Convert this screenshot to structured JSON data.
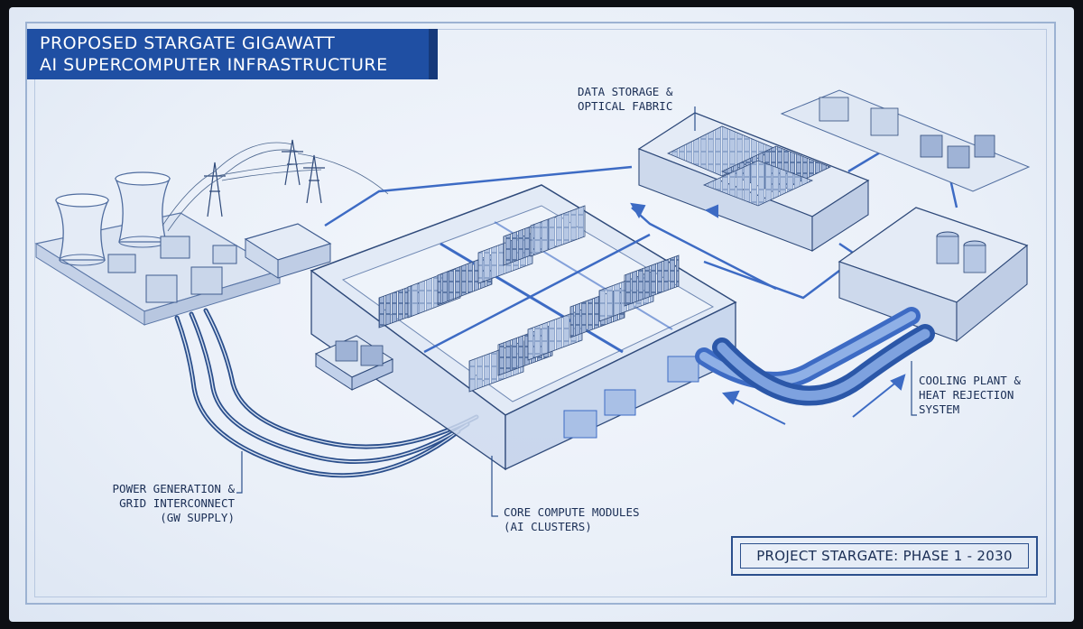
{
  "title": {
    "line1": "PROPOSED STARGATE GIGAWATT",
    "line2": "AI SUPERCOMPUTER INFRASTRUCTURE"
  },
  "labels": {
    "storage": {
      "line1": "DATA STORAGE &",
      "line2": "OPTICAL FABRIC"
    },
    "cooling": {
      "line1": "COOLING PLANT &",
      "line2": "HEAT REJECTION",
      "line3": "SYSTEM"
    },
    "power": {
      "line1": "POWER GENERATION &",
      "line2": "GRID INTERCONNECT",
      "line3": "(GW SUPPLY)"
    },
    "compute": {
      "line1": "CORE COMPUTE MODULES",
      "line2": "(AI CLUSTERS)"
    }
  },
  "footer": {
    "phase": "PROJECT STARGATE: PHASE 1 - 2030"
  },
  "colors": {
    "title_bg": "#1f4fa3",
    "line": "#2b4f8c",
    "pipe": "#3d6bc4",
    "background": "#eef3fa"
  }
}
